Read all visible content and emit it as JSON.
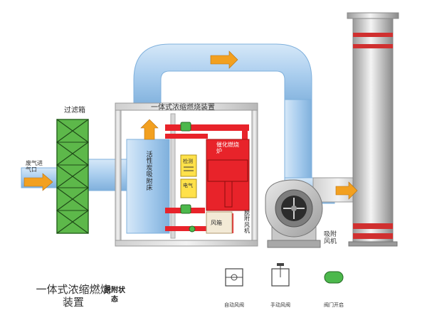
{
  "labels": {
    "filter_box": "过滤箱",
    "waste_gas_inlet": "废气进气口",
    "device_header": "一体式浓缩燃烧装置",
    "adsorption_bed": "活性炭吸附床",
    "catalytic_furnace": "催化燃烧炉",
    "fan_box": "风箱",
    "desorption_fan": "脱附风机",
    "exhaust_fan": "吸附风机",
    "detector": "检测",
    "indicator": "电气",
    "main_title": "一体式浓缩燃烧装置",
    "status": "脱附状态"
  },
  "legend": [
    {
      "icon": "auto-valve-icon",
      "label": "自动风阀"
    },
    {
      "icon": "manual-valve-icon",
      "label": "手动风阀"
    },
    {
      "icon": "valve-open-icon",
      "label": "阀门开启"
    }
  ],
  "colors": {
    "duct": "#b3d4f0",
    "duct_dark": "#7fb0dc",
    "hot_pipe": "#e8232a",
    "filter": "#5db84a",
    "stack_band": "#d03030",
    "arrow": "#f2a020",
    "valve_green": "#4cb84c"
  }
}
